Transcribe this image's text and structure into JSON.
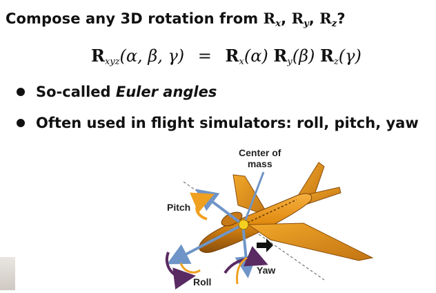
{
  "title": {
    "prefix": "Compose any 3D rotation from ",
    "r1": "R",
    "s1": "x",
    "c1": ", ",
    "r2": "R",
    "s2": "y",
    "c2": ", ",
    "r3": "R",
    "s3": "z",
    "suffix": "?"
  },
  "equation": {
    "lhs_R": "R",
    "lhs_sub": "xyz",
    "lhs_args": "(α, β, γ)",
    "equals": "=",
    "t1_R": "R",
    "t1_sub": "x",
    "t1_arg": "(α)",
    "t2_R": "R",
    "t2_sub": "y",
    "t2_arg": "(β)",
    "t3_R": "R",
    "t3_sub": "z",
    "t3_arg": "(γ)"
  },
  "bullets": [
    {
      "prefix": "So-called ",
      "emph": "Euler angles"
    },
    {
      "text": "Often used in flight simulators: roll, pitch, yaw"
    }
  ],
  "figure": {
    "center_of_mass_line1": "Center of",
    "center_of_mass_line2": "mass",
    "pitch": "Pitch",
    "roll": "Roll",
    "yaw": "Yaw"
  },
  "colors": {
    "fuselage": "#e8900f",
    "fuselage_dark": "#9a5a10",
    "axis_arrow": "#6f95c8",
    "rotation_orange": "#f0a020",
    "rotation_purple": "#5a2a62",
    "center_mass": "#f5d020"
  }
}
